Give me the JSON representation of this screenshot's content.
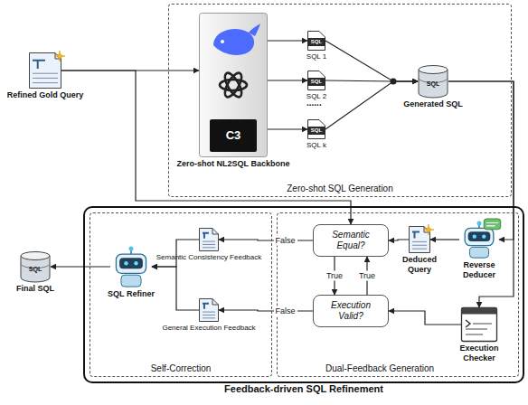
{
  "diagram": {
    "nodes": [
      {
        "text": [
          "Zero-shot SQL Generation"
        ]
      },
      {
        "text": [
          "Refined Gold Query"
        ]
      },
      {
        "text": [
          "C3",
          "Zero-shot NL2SQL Backbone"
        ],
        "in": 0
      },
      {
        "text": [
          "SQL",
          "SQL 1"
        ],
        "in": 0
      },
      {
        "text": [
          "SQL",
          "SQL 2"
        ],
        "in": 0
      },
      {
        "text": [
          "SQL",
          "SQL k"
        ],
        "in": 0
      },
      {
        "text": [
          "SQL",
          "Generated SQL"
        ],
        "in": 0
      },
      {
        "text": [
          "Feedback-driven SQL Refinement"
        ]
      },
      {
        "text": [
          "Self-Correction"
        ],
        "in": 7
      },
      {
        "text": [
          "Dual-Feedback Generation"
        ],
        "in": 7
      },
      {
        "text": [
          "SQL",
          "Final SQL"
        ]
      },
      {
        "text": [
          "SQL Refiner"
        ],
        "in": 8
      },
      {
        "text": [
          "Semantic Consistency Feedback"
        ],
        "in": 8
      },
      {
        "text": [
          "General Execution Feedback"
        ],
        "in": 8
      },
      {
        "text": [
          "Semantic Equal?"
        ],
        "in": 9
      },
      {
        "text": [
          "Execution Valid?"
        ],
        "in": 9
      },
      {
        "text": [
          "Deduced Query"
        ],
        "in": 9
      },
      {
        "text": [
          "Reverse Deducer"
        ],
        "in": 9
      },
      {
        "text": [
          "Execution Checker"
        ],
        "in": 9
      }
    ],
    "edges": [
      {
        "from": 1,
        "to": 2,
        "arrow": "to"
      },
      {
        "from": 2,
        "to": 3,
        "arrow": "to"
      },
      {
        "from": 2,
        "to": 4,
        "arrow": "to"
      },
      {
        "from": 2,
        "to": 5,
        "arrow": "to"
      },
      {
        "from": 3,
        "to": 6,
        "arrow": "to"
      },
      {
        "from": 4,
        "to": 6,
        "arrow": "to"
      },
      {
        "from": 5,
        "to": 6,
        "arrow": "to"
      },
      {
        "from": 1,
        "to": 14,
        "arrow": "to"
      },
      {
        "from": 6,
        "to": 17,
        "arrow": "to"
      },
      {
        "from": 6,
        "to": 18,
        "arrow": "to"
      },
      {
        "from": 17,
        "to": 16,
        "arrow": "to"
      },
      {
        "from": 16,
        "to": 14,
        "arrow": "to"
      },
      {
        "from": 14,
        "to": 15,
        "label": "True",
        "arrow": "to"
      },
      {
        "from": 15,
        "to": 14,
        "label": "True",
        "arrow": "to"
      },
      {
        "from": 18,
        "to": 15,
        "arrow": "to"
      },
      {
        "from": 14,
        "to": 12,
        "label": "False",
        "arrow": "to"
      },
      {
        "from": 15,
        "to": 13,
        "label": "False",
        "arrow": "to"
      },
      {
        "from": 12,
        "to": 11,
        "arrow": "to"
      },
      {
        "from": 13,
        "to": 11,
        "arrow": "to"
      },
      {
        "from": 11,
        "to": 10,
        "arrow": "to"
      }
    ],
    "labels": [
      "......"
    ]
  }
}
